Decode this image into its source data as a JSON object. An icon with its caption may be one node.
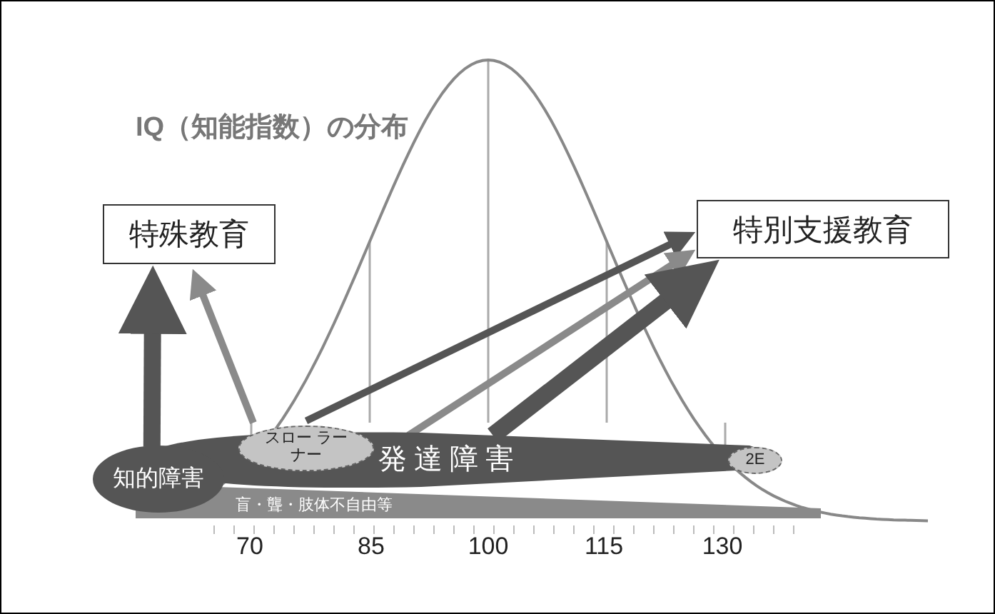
{
  "diagram": {
    "title": "IQ（知能指数）の分布",
    "nodes": [
      {
        "text": [
          "特殊教育"
        ]
      },
      {
        "text": [
          "特別支援教育"
        ]
      },
      {
        "text": [
          "知的障害"
        ]
      },
      {
        "text": [
          "発達障害"
        ]
      },
      {
        "text": [
          "スロー ラーナー"
        ],
        "in": 3
      },
      {
        "text": [
          "2E"
        ],
        "in": 3
      },
      {
        "text": [
          "盲・聾・肢体不自由等"
        ]
      }
    ],
    "edges": [
      {
        "from": 2,
        "to": 0,
        "arrow": "to",
        "style": "thick"
      },
      {
        "from": 4,
        "to": 0,
        "arrow": "to",
        "color": "#8a8a8a"
      },
      {
        "from": 4,
        "to": 1,
        "arrow": "to"
      },
      {
        "from": 3,
        "to": 1,
        "arrow": "to",
        "color": "#8a8a8a"
      },
      {
        "from": 3,
        "to": 1,
        "arrow": "to",
        "style": "thick"
      }
    ],
    "labels": [
      "70",
      "85",
      "100",
      "115",
      "130"
    ]
  }
}
